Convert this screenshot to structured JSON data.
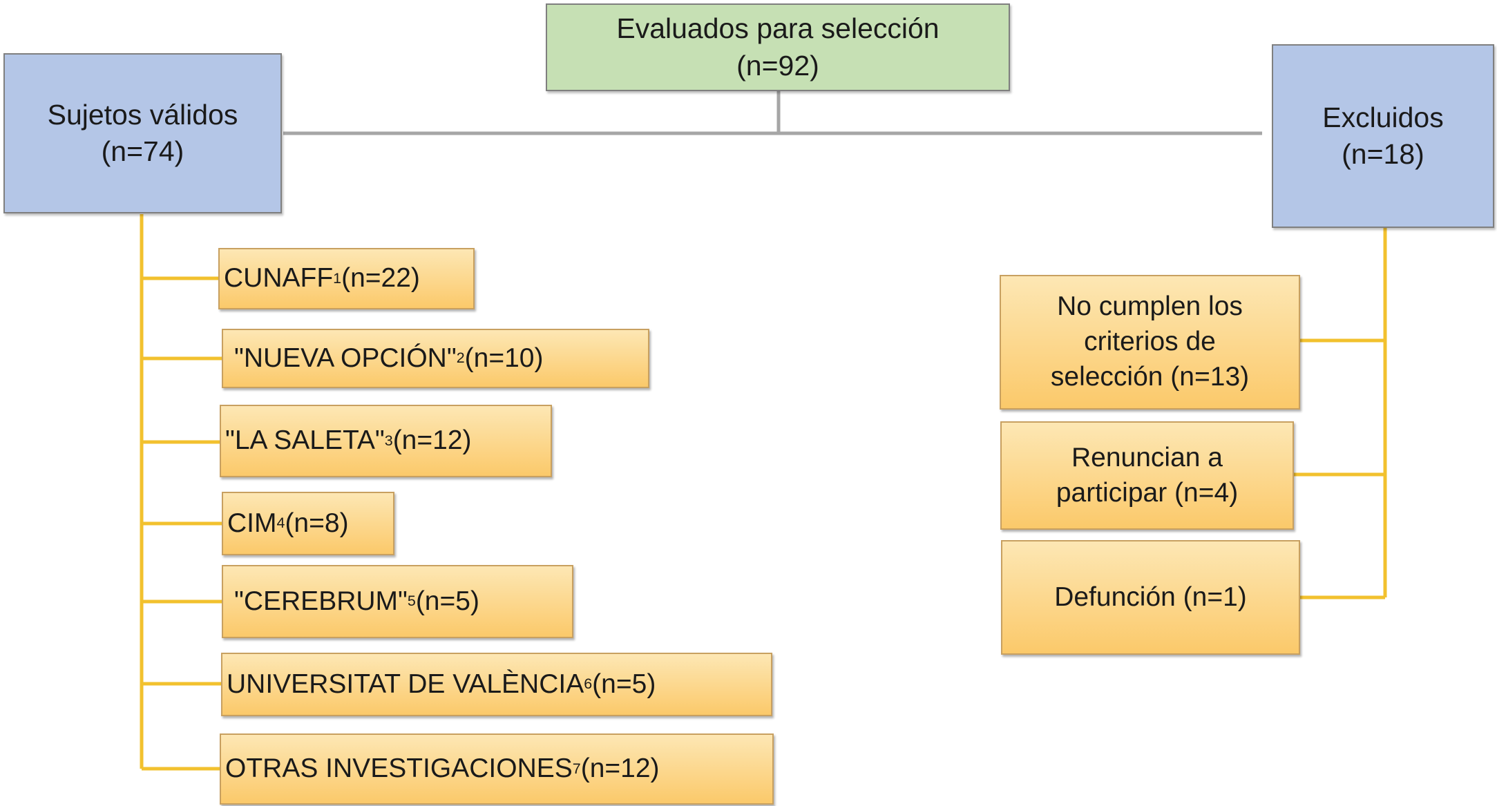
{
  "top": {
    "line1": "Evaluados para selección",
    "line2": "(n=92)"
  },
  "valid": {
    "line1": "Sujetos válidos",
    "line2": "(n=74)"
  },
  "excluded": {
    "line1": "Excluidos",
    "line2": "(n=18)"
  },
  "sources": [
    {
      "name": "CUNAFF",
      "ref": "1",
      "count": "(n=22)"
    },
    {
      "name": "\"NUEVA OPCIÓN\"",
      "ref": "2",
      "count": "(n=10)"
    },
    {
      "name": "\"LA SALETA\"",
      "ref": "3",
      "count": "(n=12)"
    },
    {
      "name": "CIM",
      "ref": "4",
      "count": "(n=8)"
    },
    {
      "name": "\"CEREBRUM\"",
      "ref": "5",
      "count": "(n=5)"
    },
    {
      "name": "UNIVERSITAT DE VALÈNCIA",
      "ref": "6",
      "count": "(n=5)"
    },
    {
      "name": "OTRAS INVESTIGACIONES",
      "ref": "7",
      "count": "(n=12)"
    }
  ],
  "reasons": [
    {
      "lines": [
        "No cumplen los",
        "criterios de",
        "selección (n=13)"
      ]
    },
    {
      "lines": [
        "Renuncian a",
        "participar (n=4)"
      ]
    },
    {
      "lines": [
        "Defunción (n=1)"
      ]
    }
  ],
  "colors": {
    "top_fill": "#c6e0b4",
    "group_fill": "#b4c6e7",
    "item_fill": "#fbc96a",
    "connector_gray": "#a6a6a6",
    "connector_yellow": "#f2c12e"
  }
}
